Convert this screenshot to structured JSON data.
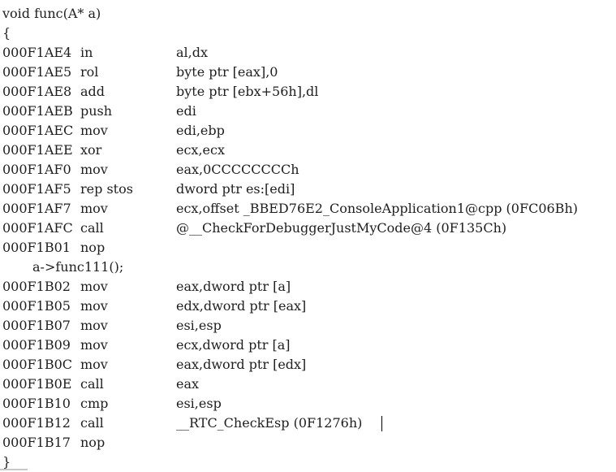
{
  "code": {
    "lines": [
      {
        "type": "src",
        "text": "void func(A* a)"
      },
      {
        "type": "src",
        "text": "{"
      },
      {
        "type": "asm",
        "addr": "000F1AE4",
        "mnemonic": "in",
        "operands": "al,dx"
      },
      {
        "type": "asm",
        "addr": "000F1AE5",
        "mnemonic": "rol",
        "operands": "byte ptr [eax],0"
      },
      {
        "type": "asm",
        "addr": "000F1AE8",
        "mnemonic": "add",
        "operands": "byte ptr [ebx+56h],dl"
      },
      {
        "type": "asm",
        "addr": "000F1AEB",
        "mnemonic": "push",
        "operands": "edi"
      },
      {
        "type": "asm",
        "addr": "000F1AEC",
        "mnemonic": "mov",
        "operands": "edi,ebp"
      },
      {
        "type": "asm",
        "addr": "000F1AEE",
        "mnemonic": "xor",
        "operands": "ecx,ecx"
      },
      {
        "type": "asm",
        "addr": "000F1AF0",
        "mnemonic": "mov",
        "operands": "eax,0CCCCCCCCh"
      },
      {
        "type": "asm",
        "addr": "000F1AF5",
        "mnemonic": "rep stos",
        "operands": "dword ptr es:[edi]"
      },
      {
        "type": "asm",
        "addr": "000F1AF7",
        "mnemonic": "mov",
        "operands": "ecx,offset _BBED76E2_ConsoleApplication1@cpp (0FC06Bh)"
      },
      {
        "type": "asm",
        "addr": "000F1AFC",
        "mnemonic": "call",
        "operands": "@__CheckForDebuggerJustMyCode@4 (0F135Ch)"
      },
      {
        "type": "asm",
        "addr": "000F1B01",
        "mnemonic": "nop",
        "operands": ""
      },
      {
        "type": "src",
        "text": "a->func111();",
        "indent": true
      },
      {
        "type": "asm",
        "addr": "000F1B02",
        "mnemonic": "mov",
        "operands": "eax,dword ptr [a]"
      },
      {
        "type": "asm",
        "addr": "000F1B05",
        "mnemonic": "mov",
        "operands": "edx,dword ptr [eax]"
      },
      {
        "type": "asm",
        "addr": "000F1B07",
        "mnemonic": "mov",
        "operands": "esi,esp"
      },
      {
        "type": "asm",
        "addr": "000F1B09",
        "mnemonic": "mov",
        "operands": "ecx,dword ptr [a]"
      },
      {
        "type": "asm",
        "addr": "000F1B0C",
        "mnemonic": "mov",
        "operands": "eax,dword ptr [edx]"
      },
      {
        "type": "asm",
        "addr": "000F1B0E",
        "mnemonic": "call",
        "operands": "eax"
      },
      {
        "type": "asm",
        "addr": "000F1B10",
        "mnemonic": "cmp",
        "operands": "esi,esp"
      },
      {
        "type": "asm",
        "addr": "000F1B12",
        "mnemonic": "call",
        "operands": "__RTC_CheckEsp (0F1276h)",
        "caret": true
      },
      {
        "type": "asm",
        "addr": "000F1B17",
        "mnemonic": "nop",
        "operands": ""
      },
      {
        "type": "src",
        "text": "}"
      }
    ]
  }
}
